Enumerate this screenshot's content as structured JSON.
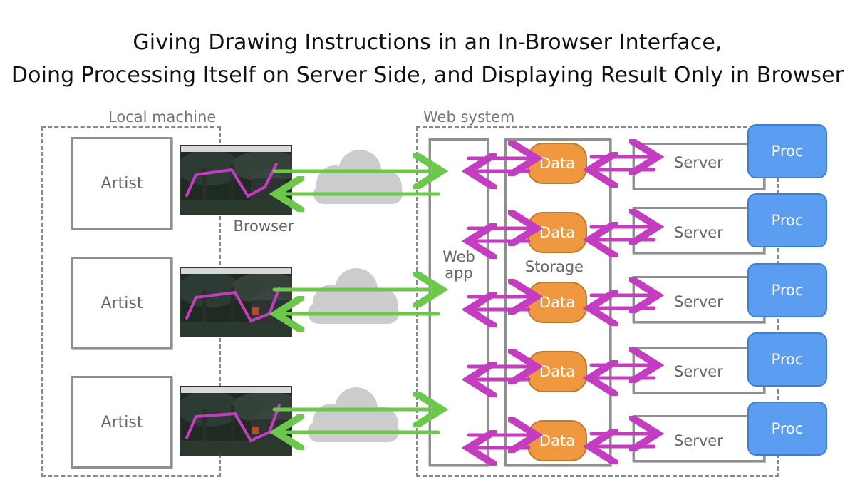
{
  "title": {
    "line1": "Giving Drawing Instructions in an In-Browser Interface,",
    "line2": "Doing Processing Itself on Server Side, and Displaying Result Only in Browser"
  },
  "local": {
    "label": "Local machine",
    "artist_label": "Artist",
    "browser_label": "Browser"
  },
  "web": {
    "label": "Web system",
    "webapp_label": "Web\napp",
    "storage_label": "Storage",
    "data_label": "Data",
    "server_label": "Server",
    "proc_label": "Proc"
  },
  "colors": {
    "green_arrow": "#6cc84a",
    "magenta_arrow": "#c43cbf",
    "data_fill": "#f0983f",
    "proc_fill": "#5b9df0",
    "cloud": "#cccccc",
    "dash": "#8a8a8a"
  }
}
